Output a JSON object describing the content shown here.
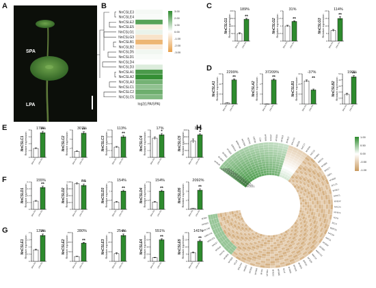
{
  "panels": {
    "A": "A",
    "B": "B",
    "C": "C",
    "D": "D",
    "E": "E",
    "F": "F",
    "G": "G",
    "H": "H"
  },
  "photo": {
    "upper_label": "SPA",
    "lower_label": "LPA",
    "colors": {
      "bg": "#0c0f0a",
      "leaf": "#3f7a2c",
      "leaf_light": "#6fa44c",
      "stem": "#5e7a3a"
    }
  },
  "heatmap": {
    "genes": [
      "NnCSLE3",
      "NnCSLE4",
      "NnCSLE2",
      "NnCSLE5",
      "NnCSLG1",
      "NnCSLG3",
      "NnCSLB1",
      "NnCSLB2",
      "NnCSLD5",
      "NnCSLD1",
      "NnCSLD4",
      "NnCSLD3",
      "NnCSLA1",
      "NnCSLA2",
      "NnCSLA3",
      "NnCSLC1",
      "NnCSLC2",
      "NnCSLC5"
    ],
    "values": [
      0.15,
      0.1,
      2.4,
      -0.5,
      0.3,
      -0.9,
      -2.3,
      -0.6,
      0.2,
      0.1,
      0.0,
      0.5,
      2.6,
      2.9,
      2.0,
      1.6,
      2.1,
      1.8
    ],
    "xlabel": "log2(LPA/SPA)",
    "legend_ticks": [
      "3.00",
      "2.00",
      "1.00",
      "0.00",
      "-1.00",
      "-2.00",
      "-3.00"
    ],
    "colors": {
      "high": "#2e8b2e",
      "mid": "#ffffff",
      "low": "#e8a04a"
    }
  },
  "xcats": [
    "SPA-Pe",
    "LPA-Pe"
  ],
  "ylabel": "Relative expression",
  "colors": {
    "spa": "#ffffff",
    "lpa": "#2e8b2e",
    "green_label": "#2e8b2e",
    "orange_label": "#d97a1c",
    "black_label": "#111111"
  },
  "chart_data": [
    {
      "panel": "C",
      "type": "bar",
      "gene": "NnCSLG1",
      "label_color": "black",
      "categories": [
        "SPA-Pe",
        "LPA-Pe"
      ],
      "values": [
        50,
        145
      ],
      "err": [
        5,
        6
      ],
      "ylim": [
        0,
        200
      ],
      "yticks": [
        0,
        50,
        100,
        150,
        200
      ],
      "pct": "189%",
      "sig": "**"
    },
    {
      "panel": "C",
      "type": "bar",
      "gene": "NnCSLG2",
      "label_color": "green",
      "categories": [
        "SPA-Pe",
        "LPA-Pe"
      ],
      "values": [
        1.0,
        1.3
      ],
      "err": [
        0.05,
        0.05
      ],
      "ylim": [
        0,
        2.0
      ],
      "yticks": [
        0,
        0.5,
        1.0,
        1.5,
        2.0
      ],
      "pct": "31%",
      "sig": "**"
    },
    {
      "panel": "C",
      "type": "bar",
      "gene": "NnCSLG3",
      "label_color": "green",
      "categories": [
        "SPA-Pe",
        "LPA-Pe"
      ],
      "values": [
        7,
        15
      ],
      "err": [
        0.7,
        1.2
      ],
      "ylim": [
        0,
        20
      ],
      "yticks": [
        0,
        5,
        10,
        15,
        20
      ],
      "pct": "114%",
      "sig": "**"
    },
    {
      "panel": "D",
      "type": "bar",
      "gene": "NnCSLA1",
      "label_color": "green",
      "categories": [
        "SPA-Pe",
        "LPA-Pe"
      ],
      "values": [
        2,
        48
      ],
      "err": [
        0.5,
        2
      ],
      "ylim": [
        0,
        60
      ],
      "yticks": [
        0,
        20,
        40,
        60
      ],
      "pct": "2299%",
      "sig": "**"
    },
    {
      "panel": "D",
      "type": "bar",
      "gene": "NnCSLA2",
      "label_color": "green",
      "categories": [
        "SPA-Pe",
        "LPA-Pe"
      ],
      "values": [
        0.01,
        4.8
      ],
      "err": [
        0.01,
        0.2
      ],
      "ylim": [
        0,
        6
      ],
      "yticks": [
        0,
        2,
        4,
        6
      ],
      "pct": "37209%",
      "sig": "**"
    },
    {
      "panel": "D",
      "type": "bar",
      "gene": "NnCSLB1",
      "label_color": "orange",
      "categories": [
        "SPA-Pe",
        "LPA-Pe"
      ],
      "values": [
        23,
        14
      ],
      "err": [
        1,
        1
      ],
      "ylim": [
        0,
        30
      ],
      "yticks": [
        0,
        10,
        20,
        30
      ],
      "pct": "-37%",
      "sig": "**"
    },
    {
      "panel": "D",
      "type": "bar",
      "gene": "NnCSLB2",
      "label_color": "green",
      "categories": [
        "SPA-Pe",
        "LPA-Pe"
      ],
      "values": [
        16,
        45
      ],
      "err": [
        2,
        2
      ],
      "ylim": [
        0,
        50
      ],
      "yticks": [
        0,
        10,
        20,
        30,
        40,
        50
      ],
      "pct": "190%",
      "sig": "**"
    },
    {
      "panel": "E",
      "type": "bar",
      "gene": "NnCSLC1",
      "label_color": "green",
      "categories": [
        "SPA-Pe",
        "LPA-Pe"
      ],
      "values": [
        2.6,
        7.2
      ],
      "err": [
        0.2,
        0.4
      ],
      "ylim": [
        0,
        8
      ],
      "yticks": [
        0,
        2,
        4,
        6,
        8
      ],
      "pct": "178%",
      "sig": "**"
    },
    {
      "panel": "E",
      "type": "bar",
      "gene": "NnCSLC2",
      "label_color": "green",
      "categories": [
        "SPA-Pe",
        "LPA-Pe"
      ],
      "values": [
        1.3,
        5.3
      ],
      "err": [
        0.1,
        0.3
      ],
      "ylim": [
        0,
        6
      ],
      "yticks": [
        0,
        2,
        4,
        6
      ],
      "pct": "307%",
      "sig": "**"
    },
    {
      "panel": "E",
      "type": "bar",
      "gene": "NnCSLC3",
      "label_color": "green",
      "categories": [
        "SPA-Pe",
        "LPA-Pe"
      ],
      "values": [
        0.15,
        0.3
      ],
      "err": [
        0.01,
        0.02
      ],
      "ylim": [
        0,
        0.4
      ],
      "yticks": [
        0,
        0.1,
        0.2,
        0.3,
        0.4
      ],
      "pct": "113%",
      "sig": "**"
    },
    {
      "panel": "E",
      "type": "bar",
      "gene": "NnCSLC4",
      "label_color": "green",
      "categories": [
        "SPA-Pe",
        "LPA-Pe"
      ],
      "values": [
        2.8,
        3.3
      ],
      "err": [
        0.2,
        0.2
      ],
      "ylim": [
        0,
        4
      ],
      "yticks": [
        0,
        1,
        2,
        3,
        4
      ],
      "pct": "17%",
      "sig": "*"
    },
    {
      "panel": "E",
      "type": "bar",
      "gene": "NnCSLC5",
      "label_color": "green",
      "categories": [
        "SPA-Pe",
        "LPA-Pe"
      ],
      "values": [
        120,
        165
      ],
      "err": [
        15,
        6
      ],
      "ylim": [
        0,
        200
      ],
      "yticks": [
        0,
        50,
        100,
        150,
        200
      ],
      "pct": "33%",
      "sig": "*"
    },
    {
      "panel": "F",
      "type": "bar",
      "gene": "NnCSLD1",
      "label_color": "black",
      "categories": [
        "SPA-Pe",
        "LPA-Pe"
      ],
      "values": [
        0.12,
        0.32
      ],
      "err": [
        0.01,
        0.02
      ],
      "ylim": [
        0,
        0.4
      ],
      "yticks": [
        0,
        0.1,
        0.2,
        0.3,
        0.4
      ],
      "pct": "155%",
      "sig": "**"
    },
    {
      "panel": "F",
      "type": "bar",
      "gene": "NnCSLD2",
      "label_color": "black",
      "categories": [
        "SPA-Pe",
        "LPA-Pe"
      ],
      "values": [
        0.075,
        0.07
      ],
      "err": [
        0.003,
        0.004
      ],
      "ylim": [
        0,
        0.08
      ],
      "yticks": [
        0,
        0.02,
        0.04,
        0.06,
        0.08
      ],
      "pct": "",
      "sig": "ns"
    },
    {
      "panel": "F",
      "type": "bar",
      "gene": "NnCSLD3",
      "label_color": "green",
      "categories": [
        "SPA-Pe",
        "LPA-Pe"
      ],
      "values": [
        0.4,
        1.0
      ],
      "err": [
        0.03,
        0.05
      ],
      "ylim": [
        0,
        1.5
      ],
      "yticks": [
        0,
        0.5,
        1.0,
        1.5
      ],
      "pct": "154%",
      "sig": "**"
    },
    {
      "panel": "F",
      "type": "bar",
      "gene": "NnCSLD4",
      "label_color": "black",
      "categories": [
        "SPA-Pe",
        "LPA-Pe"
      ],
      "values": [
        0.4,
        1.0
      ],
      "err": [
        0.03,
        0.05
      ],
      "ylim": [
        0,
        1.5
      ],
      "yticks": [
        0,
        0.5,
        1.0,
        1.5
      ],
      "pct": "154%",
      "sig": "**"
    },
    {
      "panel": "F",
      "type": "bar",
      "gene": "NnCSLD5",
      "label_color": "green",
      "categories": [
        "SPA-Pe",
        "LPA-Pe"
      ],
      "values": [
        0.1,
        2.1
      ],
      "err": [
        0.01,
        0.15
      ],
      "ylim": [
        0,
        3
      ],
      "yticks": [
        0,
        1,
        2,
        3
      ],
      "pct": "2092%",
      "sig": "**"
    },
    {
      "panel": "G",
      "type": "bar",
      "gene": "NnCSLE1",
      "label_color": "green",
      "categories": [
        "SPA-Pe",
        "LPA-Pe"
      ],
      "values": [
        0.8,
        1.8
      ],
      "err": [
        0.05,
        0.1
      ],
      "ylim": [
        0,
        2.0
      ],
      "yticks": [
        0,
        0.5,
        1.0,
        1.5,
        2.0
      ],
      "pct": "139%",
      "sig": "**"
    },
    {
      "panel": "G",
      "type": "bar",
      "gene": "NnCSLE2",
      "label_color": "black",
      "categories": [
        "SPA-Pe",
        "LPA-Pe"
      ],
      "values": [
        25,
        95
      ],
      "err": [
        2,
        4
      ],
      "ylim": [
        0,
        150
      ],
      "yticks": [
        0,
        50,
        100,
        150
      ],
      "pct": "280%",
      "sig": "**"
    },
    {
      "panel": "G",
      "type": "bar",
      "gene": "NnCSLE3",
      "label_color": "black",
      "categories": [
        "SPA-Pe",
        "LPA-Pe"
      ],
      "values": [
        8,
        27
      ],
      "err": [
        1,
        1.5
      ],
      "ylim": [
        0,
        30
      ],
      "yticks": [
        0,
        10,
        20,
        30
      ],
      "pct": "254%",
      "sig": "**"
    },
    {
      "panel": "G",
      "type": "bar",
      "gene": "NnCSLE4",
      "label_color": "black",
      "categories": [
        "SPA-Pe",
        "LPA-Pe"
      ],
      "values": [
        10,
        60
      ],
      "err": [
        1,
        3
      ],
      "ylim": [
        0,
        80
      ],
      "yticks": [
        0,
        20,
        40,
        60,
        80
      ],
      "pct": "551%",
      "sig": "**"
    },
    {
      "panel": "G",
      "type": "bar",
      "gene": "NnCSLE5",
      "label_color": "black",
      "categories": [
        "SPA-Pe",
        "LPA-Pe"
      ],
      "values": [
        6,
        14
      ],
      "err": [
        0.5,
        0.8
      ],
      "ylim": [
        0,
        20
      ],
      "yticks": [
        0,
        5,
        10,
        15,
        20
      ],
      "pct": "141%",
      "sig": "**"
    }
  ],
  "circular": {
    "inner_genes": [
      "NnCSLE1",
      "NnCSLA2",
      "NnCSLC4",
      "NnCSLC5",
      "NnCSLA1",
      "NnCSLA3",
      "NnCSLG2",
      "NnCSLG3",
      "NnCSLC1",
      "NnCSLB2",
      "NnCSLD1",
      "NnCSLD2",
      "NnCSLD3",
      "NnCSLB1"
    ],
    "tf_top": [
      "MYB36",
      "MYB46",
      "MYB83",
      "MYB58",
      "ERF019",
      "WRKY49",
      "NAC084",
      "BZIP11",
      "LBD38",
      "C3H",
      "MYB68"
    ],
    "tf_left": [
      "MYB3",
      "MYB49",
      "MYB10",
      "MYB52",
      "BHLH15",
      "SCL8",
      "MYB69",
      "MYB58",
      "NAC31",
      "MYB26",
      "NAC57",
      "WRKY22",
      "WRKY43",
      "WRKY40",
      "MYB83",
      "MYB4"
    ],
    "tf_right": [
      "MYB47",
      "MYB55",
      "MYB19",
      "MYB13",
      "bHLH15",
      "MEIS8",
      "NAC17",
      "MYB49",
      "NAC12",
      "MYB64",
      "NAC20",
      "MYB68",
      "MYB77",
      "GBF1",
      "MYB30",
      "SCL15",
      "MYB17",
      "MYB71",
      "MYB12",
      "NAC24"
    ],
    "tf_bottom": [
      "MYB73",
      "TCP8",
      "SCL9",
      "BZIP26",
      "NAC45",
      "ARF11",
      "MYB50",
      "MYB63",
      "WRKY33",
      "NAC19",
      "MYB29",
      "ERF40",
      "MYB31",
      "MYB46",
      "MYB69",
      "SCL4",
      "MYB85",
      "MYB32",
      "MYB61"
    ],
    "legend_ticks": [
      "1.00",
      "0.50",
      "0.00",
      "-0.50",
      "-1.00"
    ],
    "colors": {
      "pos": "#2e8b2e",
      "zero": "#ffffff",
      "neg": "#c99a5e"
    }
  }
}
